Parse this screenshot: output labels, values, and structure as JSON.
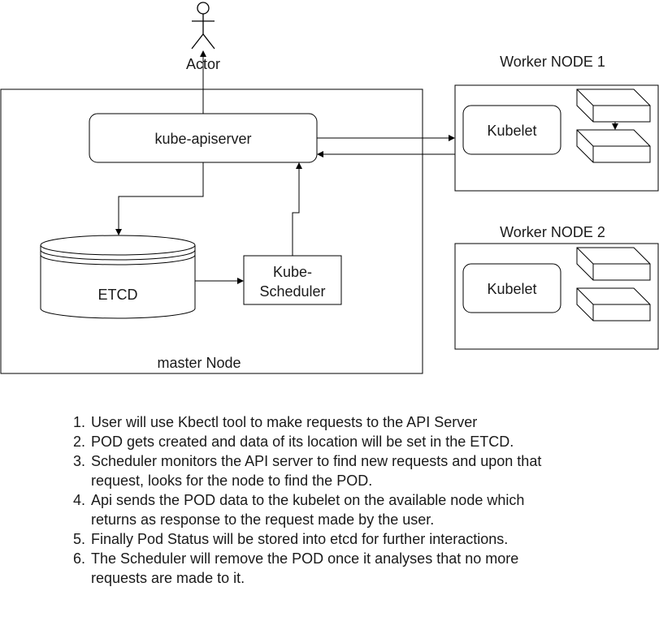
{
  "actor": {
    "label": "Actor"
  },
  "master_node": {
    "label": "master Node",
    "apiserver": "kube-apiserver",
    "etcd": "ETCD",
    "scheduler_line1": "Kube-",
    "scheduler_line2": "Scheduler"
  },
  "worker_nodes": [
    {
      "label": "Worker NODE 1",
      "kubelet": "Kubelet"
    },
    {
      "label": "Worker NODE 2",
      "kubelet": "Kubelet"
    }
  ],
  "steps": [
    {
      "num": "1.",
      "text": "User will use Kbectl tool to make requests to the API Server"
    },
    {
      "num": "2.",
      "text": "POD gets created and data of its location will be set in the ETCD."
    },
    {
      "num": "3.",
      "text": "Scheduler monitors the API server to find new requests and upon that request, looks for the node to find the POD."
    },
    {
      "num": "4.",
      "text": "Api sends the POD data to the kubelet on the available node which returns as response to the request made by the user."
    },
    {
      "num": "5.",
      "text": "Finally Pod Status will be stored into etcd for further interactions."
    },
    {
      "num": "6.",
      "text": "The Scheduler will remove the POD once it analyses that no more requests are made to it."
    }
  ]
}
